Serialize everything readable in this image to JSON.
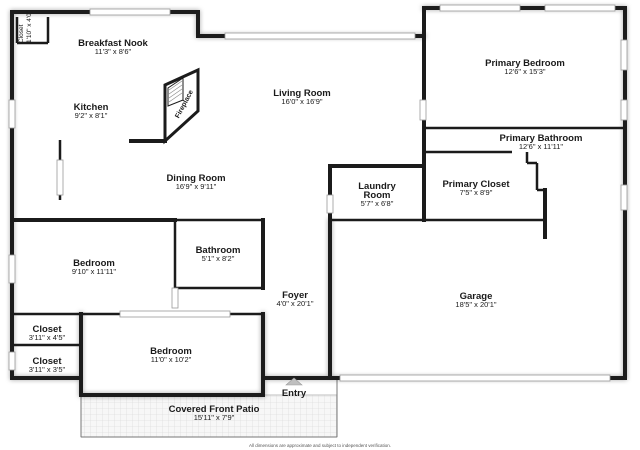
{
  "rooms": {
    "closet_nook": {
      "name": "Closet",
      "dim": "1'10\" x 4'0\""
    },
    "breakfast_nook": {
      "name": "Breakfast Nook",
      "dim": "11'3\" x 8'6\""
    },
    "kitchen": {
      "name": "Kitchen",
      "dim": "9'2\" x 8'1\""
    },
    "fireplace": {
      "name": "Fireplace"
    },
    "living_room": {
      "name": "Living Room",
      "dim": "16'0\" x 16'9\""
    },
    "primary_bedroom": {
      "name": "Primary Bedroom",
      "dim": "12'6\" x 15'3\""
    },
    "primary_bathroom": {
      "name": "Primary Bathroom",
      "dim": "12'6\" x 11'11\""
    },
    "primary_closet": {
      "name": "Primary Closet",
      "dim": "7'5\" x 8'9\""
    },
    "dining_room": {
      "name": "Dining Room",
      "dim": "16'9\" x 9'11\""
    },
    "laundry_room": {
      "name_line1": "Laundry",
      "name_line2": "Room",
      "dim": "5'7\" x 6'8\""
    },
    "bedroom_1": {
      "name": "Bedroom",
      "dim": "9'10\" x 11'11\""
    },
    "bathroom": {
      "name": "Bathroom",
      "dim": "5'1\" x 8'2\""
    },
    "foyer": {
      "name": "Foyer",
      "dim": "4'0\" x 20'1\""
    },
    "garage": {
      "name": "Garage",
      "dim": "18'5\" x 20'1\""
    },
    "closet_1": {
      "name": "Closet",
      "dim": "3'11\" x 4'5\""
    },
    "closet_2": {
      "name": "Closet",
      "dim": "3'11\" x 3'5\""
    },
    "bedroom_2": {
      "name": "Bedroom",
      "dim": "11'0\" x 10'2\""
    },
    "entry": {
      "name": "Entry"
    },
    "covered_front_patio": {
      "name": "Covered Front Patio",
      "dim": "15'11\" x 7'9\""
    }
  },
  "footer": {
    "disclaimer": "All dimensions are approximate and subject to independent verification."
  }
}
